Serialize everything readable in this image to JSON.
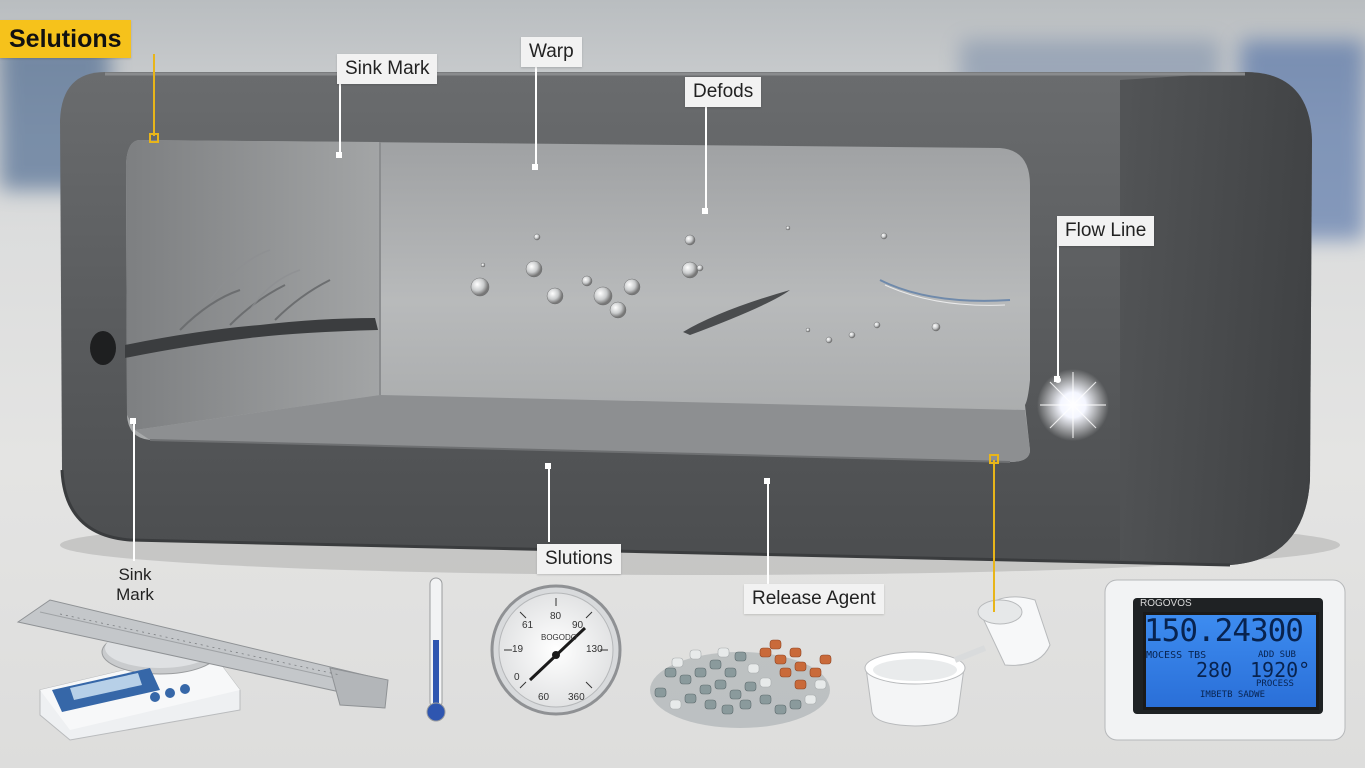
{
  "labels": {
    "solutions_tag": "Selutions",
    "sink_mark_top": "Sink Mark",
    "warp": "Warp",
    "defects": "Defods",
    "flow_line": "Flow Line",
    "sink_mark_bottom_1": "Sink",
    "sink_mark_bottom_2": "Mark",
    "solutions_mid": "Slutions",
    "release_agent": "Release Agent"
  },
  "gauge": {
    "brand": "BOGODO",
    "scale_top": "80",
    "scale_left": "61",
    "scale_right": "90",
    "scale_mid_left": "19",
    "scale_mid_right": "130",
    "scale_low_left": "0",
    "scale_bottom": "60",
    "scale_bottom_right": "360"
  },
  "meter": {
    "brand": "ROGOVOS",
    "main_value": "150.24300",
    "row1_label": "MOCESS TBS",
    "row1_right": "ADD SUB",
    "row2_left": "280",
    "row2_right": "1920°",
    "row3_right": "PROCESS",
    "row4": "IMBETB SADWE"
  },
  "colors": {
    "tag_yellow": "#f6c21b",
    "leader_yellow": "#e8b51a",
    "meter_screen": "#3d8cf0",
    "mold_gray": "#5a5c5e"
  },
  "icons": {
    "caliper": "caliper-icon",
    "scale": "digital-scale-icon",
    "thermometer": "thermometer-icon",
    "gauge": "pressure-gauge-icon",
    "pellets": "plastic-pellets-icon",
    "cup": "release-agent-cup-icon",
    "meter": "digital-meter-icon"
  }
}
